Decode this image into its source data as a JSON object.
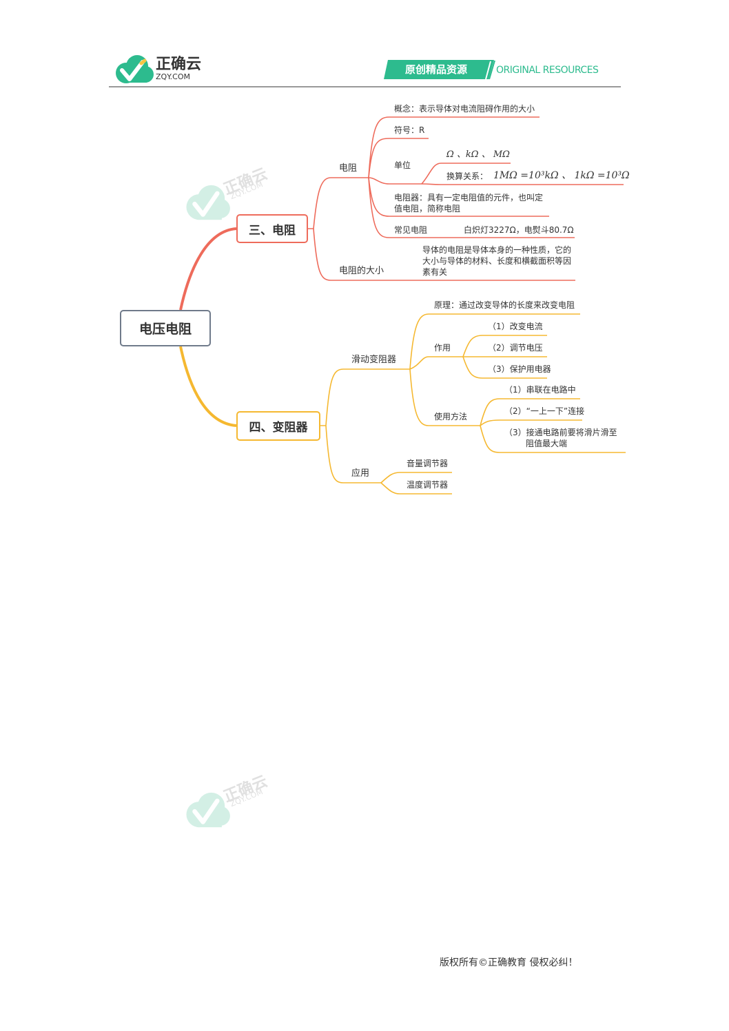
{
  "header": {
    "logo_name": "正确云",
    "logo_domain": "ZQY.COM",
    "banner_cn": "原创精品资源",
    "banner_en": "ORIGINAL RESOURCES"
  },
  "watermark": {
    "name": "正确云",
    "domain": "ZQY.COM"
  },
  "mindmap": {
    "central": "电压电阻",
    "branch3": {
      "title": "三、电阻",
      "resistance": {
        "label": "电阻",
        "concept": "概念：表示导体对电流阻碍作用的大小",
        "symbol": "符号：R",
        "unit": {
          "label": "单位",
          "units": "Ω 、kΩ 、 MΩ",
          "conversion_label": "换算关系：",
          "conversion_formula": "1MΩ =10³kΩ 、 1kΩ =10³Ω"
        },
        "resistor_line1": "电阻器：具有一定电阻值的元件，也叫定",
        "resistor_line2": "值电阻，简称电阻",
        "common_label": "常见电阻",
        "common_value": "白炽灯3227Ω，电熨斗80.7Ω"
      },
      "size": {
        "label": "电阻的大小",
        "desc_line1": "导体的电阻是导体本身的一种性质，它的",
        "desc_line2": "大小与导体的材料、长度和横截面积等因",
        "desc_line3": "素有关"
      }
    },
    "branch4": {
      "title": "四、变阻器",
      "slider": {
        "label": "滑动变阻器",
        "principle": "原理：通过改变导体的长度来改变电阻",
        "function": {
          "label": "作用",
          "items": [
            "（1）改变电流",
            "（2）调节电压",
            "（3）保护用电器"
          ]
        },
        "usage": {
          "label": "使用方法",
          "item1": "（1）串联在电路中",
          "item2": "（2）“一上一下”连接",
          "item3_line1": "（3）接通电路前要将滑片滑至",
          "item3_line2": "阻值最大端"
        }
      },
      "application": {
        "label": "应用",
        "items": [
          "音量调节器",
          "温度调节器"
        ]
      }
    }
  },
  "footer": "版权所有©正确教育  侵权必纠！",
  "colors": {
    "branch3": "#ee6b5b",
    "branch4": "#f5b830",
    "central_border": "#6f7a8a",
    "brand_green": "#2dbb8e"
  }
}
